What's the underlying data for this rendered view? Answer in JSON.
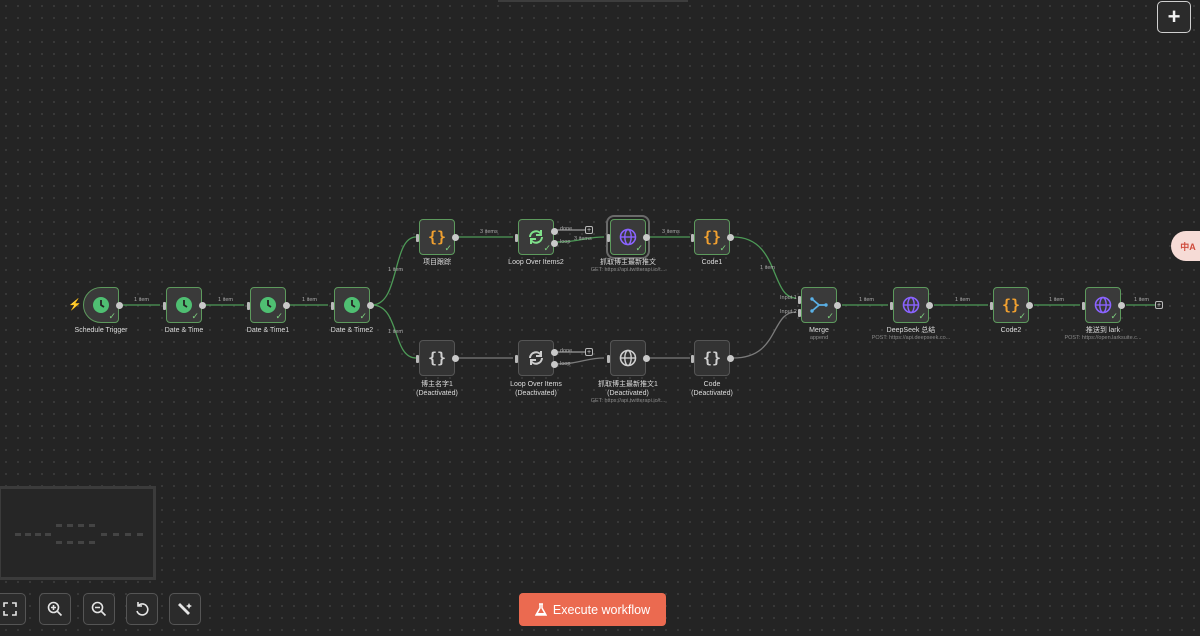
{
  "nodes": {
    "schedule": {
      "label": "Schedule Trigger"
    },
    "dt": {
      "label": "Date & Time"
    },
    "dt1": {
      "label": "Date & Time1"
    },
    "dt2": {
      "label": "Date & Time2"
    },
    "proj": {
      "label": "项目跟踪"
    },
    "loop2": {
      "label": "Loop Over Items2",
      "out_done": "done",
      "out_loop": "loop"
    },
    "fetch": {
      "label": "抓取博主最新推文",
      "sub": "GET: https://api.twitterapi.io/t..."
    },
    "code1": {
      "label": "Code1"
    },
    "blogger": {
      "label": "博主名字1",
      "status": "(Deactivated)"
    },
    "loop": {
      "label": "Loop Over Items",
      "status": "(Deactivated)",
      "out_done": "done",
      "out_loop": "loop"
    },
    "fetch1": {
      "label": "抓取博主最新推文1",
      "status": "(Deactivated)",
      "sub": "GET: https://api.twitterapi.io/t..."
    },
    "code": {
      "label": "Code",
      "status": "(Deactivated)"
    },
    "merge": {
      "label": "Merge",
      "sub": "append",
      "input1": "Input 1",
      "input2": "Input 2"
    },
    "deepseek": {
      "label": "DeepSeek 总结",
      "sub": "POST: https://api.deepseek.co..."
    },
    "code2": {
      "label": "Code2"
    },
    "lark": {
      "label": "推送到 lark",
      "sub": "POST: https://open.larksuite.c..."
    }
  },
  "edges": {
    "e1": "1 item",
    "e2": "1 item",
    "e3": "1 item",
    "e4": "1 item",
    "e5": "1 item",
    "e6": "3 items",
    "e7": "3 items",
    "e8": "3 items",
    "e9": "1 item",
    "e10": "1 item",
    "e11": "1 item",
    "e12": "1 item",
    "e13": "1 item"
  },
  "toolbar": {
    "execute_label": "Execute workflow",
    "add_label": "+",
    "translate_label": "中A"
  },
  "colors": {
    "accent": "#eb6a50",
    "node_border": "#5d9a5d",
    "edge": "#4d9a57",
    "deactivated": "#8a8a8a",
    "clock": "#4fbf72",
    "code": "#f0a030",
    "globe": "#8a63ff",
    "loop": "#7fe08a",
    "merge": "#5ab0e6"
  }
}
